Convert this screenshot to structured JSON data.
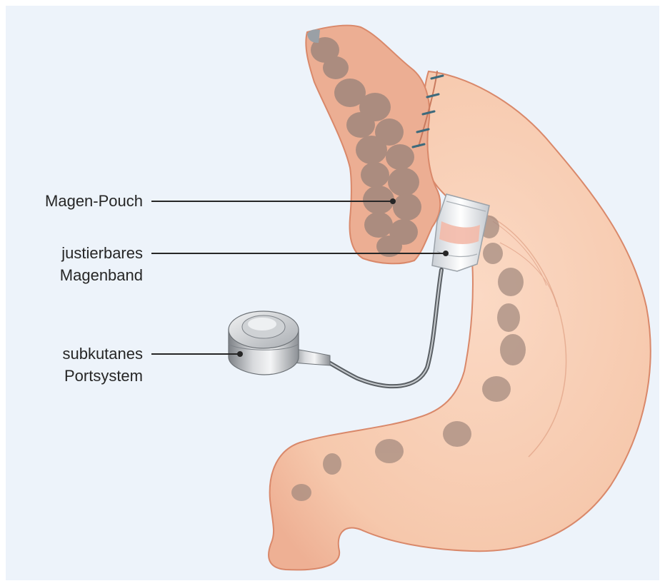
{
  "labels": {
    "pouch": "Magen-Pouch",
    "band_line1": "justierbares",
    "band_line2": "Magenband",
    "port_line1": "subkutanes",
    "port_line2": "Portsystem"
  },
  "colors": {
    "background": "#edf3fa",
    "stomach_fill": "#f7cdb4",
    "stomach_outline": "#d9886a",
    "pouch_fill": "#ecae93",
    "food": "#a0877c",
    "band": "#eef0f3",
    "port_metal": "#b9bcc0",
    "staples": "#3d6a7c",
    "leader_line": "#262626"
  }
}
